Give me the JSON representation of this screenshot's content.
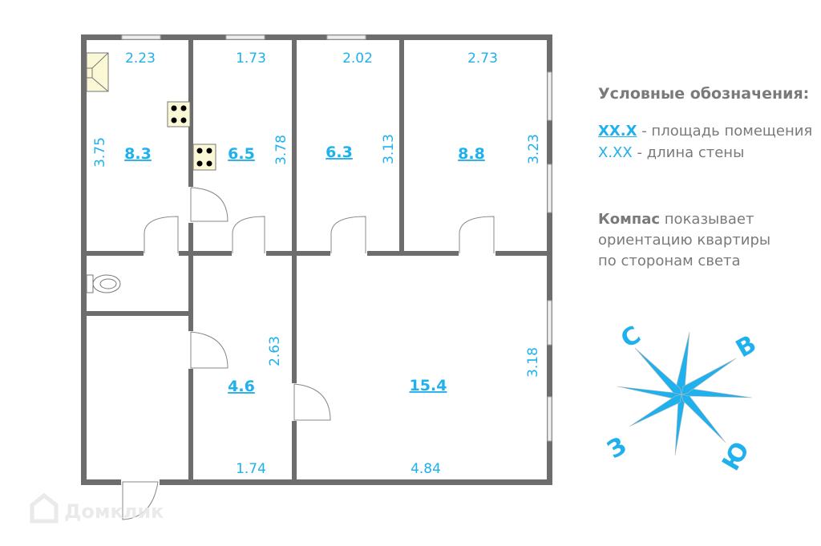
{
  "rooms": [
    {
      "area": "8.3",
      "top": "2.23",
      "side": "3.75"
    },
    {
      "area": "6.5",
      "top": "1.73",
      "side": "3.78"
    },
    {
      "area": "6.3",
      "top": "2.02",
      "side": "3.13"
    },
    {
      "area": "8.8",
      "top": "2.73",
      "side": "3.23"
    },
    {
      "area": "4.6",
      "bottom": "1.74",
      "side": "2.63"
    },
    {
      "area": "15.4",
      "bottom": "4.84",
      "side": "3.18"
    }
  ],
  "legend": {
    "title": "Условные обозначения:",
    "area_sample": "XX.X",
    "area_desc": "- площадь помещения",
    "length_sample": "X.XX",
    "length_desc": "- длина стены",
    "compass_bold": "Компас",
    "compass_desc_1": "показывает",
    "compass_desc_2": "ориентацию квартиры",
    "compass_desc_3": "по сторонам света"
  },
  "compass": {
    "north": "С",
    "east": "В",
    "south": "Ю",
    "west": "З"
  },
  "watermark": "Домклик",
  "colors": {
    "accent": "#1fb0ee",
    "wall": "#6d6d6d",
    "text": "#7a7a7a"
  }
}
